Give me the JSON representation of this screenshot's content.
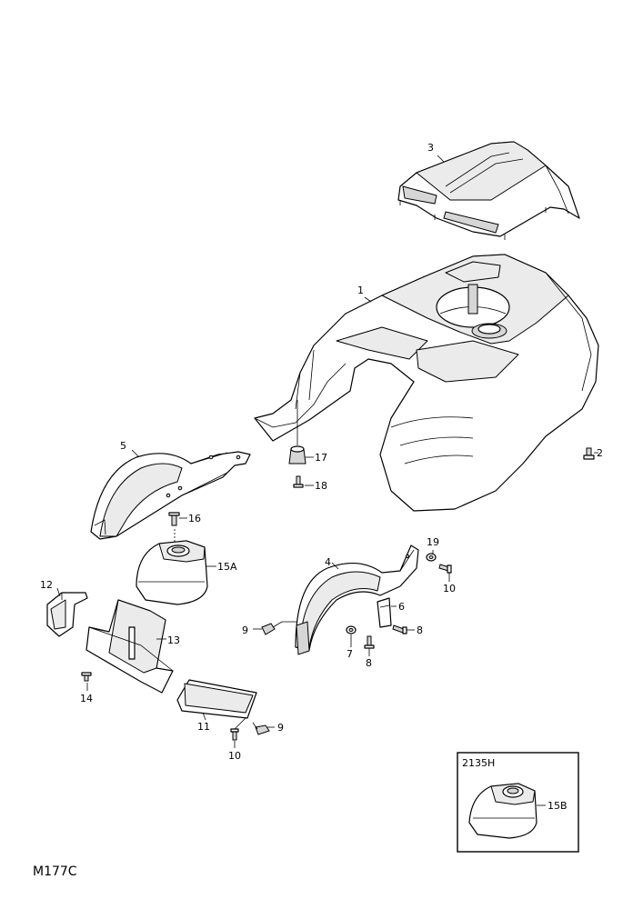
{
  "figure_id": "M177C",
  "inset": {
    "label": "2135H",
    "callout": "15B"
  },
  "callouts": {
    "c1": "1",
    "c2": "2",
    "c3": "3",
    "c4": "4",
    "c5": "5",
    "c6": "6",
    "c7": "7",
    "c8a": "8",
    "c8b": "8",
    "c9a": "9",
    "c9b": "9",
    "c10a": "10",
    "c10b": "10",
    "c11": "11",
    "c12": "12",
    "c13": "13",
    "c14": "14",
    "c15a": "15A",
    "c16": "16",
    "c17": "17",
    "c18": "18",
    "c19": "19"
  }
}
